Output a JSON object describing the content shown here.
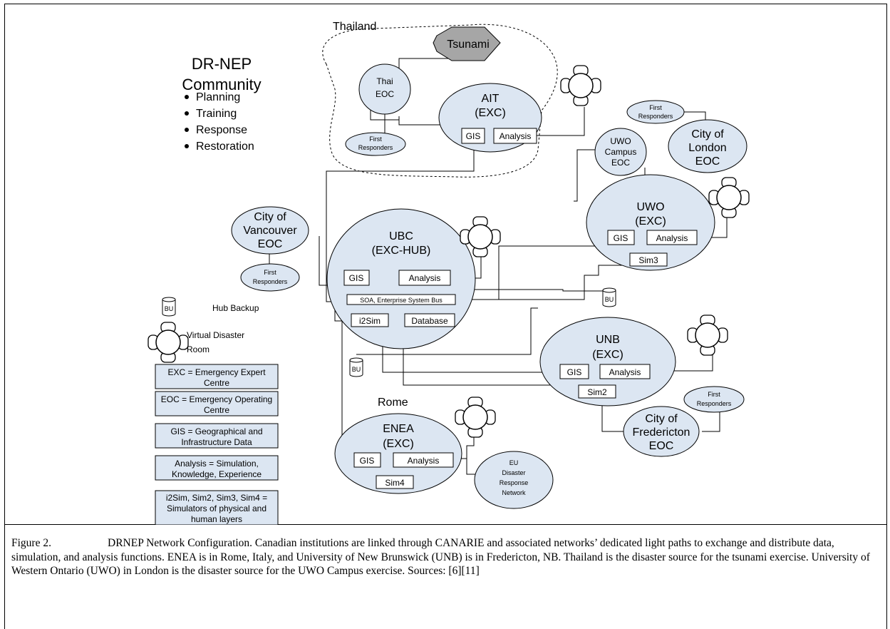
{
  "header": {
    "title_line1": "DR-NEP",
    "title_line2": "Community"
  },
  "activities": [
    "Planning",
    "Training",
    "Response",
    "Restoration"
  ],
  "regions": {
    "thailand": "Thailand",
    "rome": "Rome"
  },
  "nodes": {
    "tsunami": "Tsunami",
    "thai_eoc": [
      "Thai",
      "EOC"
    ],
    "thai_responders": [
      "First",
      "Responders"
    ],
    "ait": [
      "AIT",
      "(EXC)"
    ],
    "ait_gis": "GIS",
    "ait_analysis": "Analysis",
    "london_responders": [
      "First",
      "Responders"
    ],
    "london_eoc": [
      "City of",
      "London",
      "EOC"
    ],
    "uwo_campus_eoc": [
      "UWO",
      "Campus",
      "EOC"
    ],
    "uwo": [
      "UWO",
      "(EXC)"
    ],
    "uwo_gis": "GIS",
    "uwo_analysis": "Analysis",
    "uwo_sim": "Sim3",
    "vancouver_eoc": [
      "City of",
      "Vancouver",
      "EOC"
    ],
    "vancouver_responders": [
      "First",
      "Responders"
    ],
    "ubc": [
      "UBC",
      "(EXC-HUB)"
    ],
    "ubc_gis": "GIS",
    "ubc_analysis": "Analysis",
    "ubc_bus": "SOA, Enterprise System Bus",
    "ubc_i2sim": "i2Sim",
    "ubc_database": "Database",
    "bu_label": "BU",
    "unb": [
      "UNB",
      "(EXC)"
    ],
    "unb_gis": "GIS",
    "unb_analysis": "Analysis",
    "unb_sim": "Sim2",
    "fredericton_responders": [
      "First",
      "Responders"
    ],
    "fredericton_eoc": [
      "City of",
      "Fredericton",
      "EOC"
    ],
    "enea": [
      "ENEA",
      "(EXC)"
    ],
    "enea_gis": "GIS",
    "enea_analysis": "Analysis",
    "enea_sim": "Sim4",
    "eu_network": [
      "EU",
      "Disaster",
      "Response",
      "Network"
    ]
  },
  "legend": {
    "hub_backup": "Hub Backup",
    "virtual_room": [
      "Virtual Disaster",
      "Room"
    ],
    "definitions": [
      [
        "EXC = Emergency Expert",
        "Centre"
      ],
      [
        "EOC = Emergency Operating",
        "Centre"
      ],
      [
        "GIS = Geographical and",
        "Infrastructure Data"
      ],
      [
        "Analysis = Simulation,",
        "Knowledge, Experience"
      ],
      [
        "i2Sim, Sim2, Sim3, Sim4 =",
        "Simulators of physical and",
        "human layers"
      ]
    ]
  },
  "caption": {
    "figure_label": "Figure 2.",
    "text": "DRNEP Network Configuration. Canadian institutions are linked through CANARIE and associated networks’ dedicated light paths to exchange and distribute data, simulation, and analysis functions. ENEA is in Rome, Italy, and University of New Brunswick (UNB) is in Fredericton, NB. Thailand is the disaster source for the tsunami exercise. University of Western Ontario (UWO) in London is the disaster source for the UWO Campus exercise. Sources: [6][11]"
  },
  "colors": {
    "node_fill": "#dce6f2",
    "tsunami_fill": "#a6a6a6",
    "stroke": "#000000"
  }
}
